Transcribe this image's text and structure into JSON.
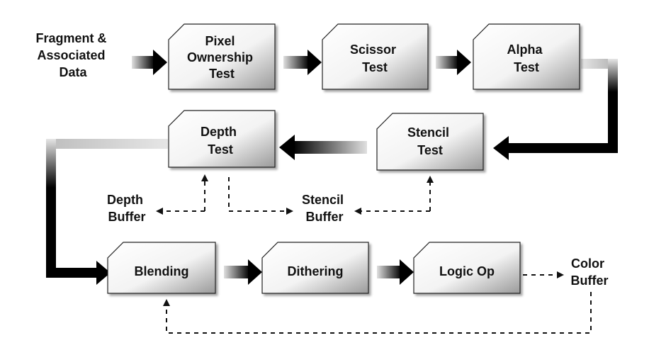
{
  "input": {
    "label_lines": [
      "Fragment &",
      "Associated",
      "Data"
    ]
  },
  "stages": {
    "pixel_ownership": {
      "lines": [
        "Pixel",
        "Ownership",
        "Test"
      ]
    },
    "scissor": {
      "lines": [
        "Scissor",
        "Test"
      ]
    },
    "alpha": {
      "lines": [
        "Alpha",
        "Test"
      ]
    },
    "stencil": {
      "lines": [
        "Stencil",
        "Test"
      ]
    },
    "depth": {
      "lines": [
        "Depth",
        "Test"
      ]
    },
    "blending": {
      "lines": [
        "Blending"
      ]
    },
    "dithering": {
      "lines": [
        "Dithering"
      ]
    },
    "logic_op": {
      "lines": [
        "Logic Op"
      ]
    }
  },
  "buffers": {
    "depth": {
      "lines": [
        "Depth",
        "Buffer"
      ]
    },
    "stencil": {
      "lines": [
        "Stencil",
        "Buffer"
      ]
    },
    "color": {
      "lines": [
        "Color",
        "Buffer"
      ]
    }
  }
}
